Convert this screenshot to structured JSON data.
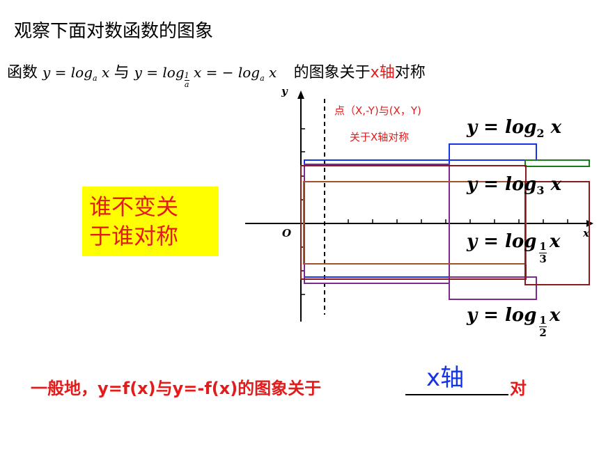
{
  "title": "观察下面对数函数的图象",
  "line2": {
    "prefix": "函数",
    "formula_a": "y = log",
    "formula_a_sub": "a",
    "formula_a_var": "x",
    "joiner": "与",
    "formula_b": "y = log",
    "formula_b_sub_num": "1",
    "formula_b_sub_den": "a",
    "formula_b_rest": "x = − log",
    "formula_b_rest_sub": "a",
    "formula_b_rest_var": "x",
    "suffix_before": "的图象关于",
    "suffix_highlight": "x轴",
    "suffix_after": "对称"
  },
  "yellow_box": {
    "line1": "谁不变关",
    "line2": "于谁对称"
  },
  "point_note": {
    "line1": "点（X,-Y)与(X，Y)",
    "line2": "关于X轴对称"
  },
  "axes": {
    "x_label": "x",
    "y_label": "y",
    "origin_label": "O"
  },
  "curve_labels": [
    {
      "prefix": "y = log",
      "base": "2",
      "var": "x"
    },
    {
      "prefix": "y = log",
      "base": "3",
      "var": "x"
    },
    {
      "prefix": "y = log",
      "base_num": "1",
      "base_den": "3",
      "var": "x"
    },
    {
      "prefix": "y = log",
      "base_num": "1",
      "base_den": "2",
      "var": "x"
    }
  ],
  "curve_colors": [
    "#1533e6",
    "#1a7a1a",
    "#8b1a1a",
    "#7a2a8a",
    "#a0522d"
  ],
  "bottom": {
    "text": "一般地，y=f(x)与y=-f(x)的图象关于",
    "end": "对"
  },
  "answer": "x轴"
}
